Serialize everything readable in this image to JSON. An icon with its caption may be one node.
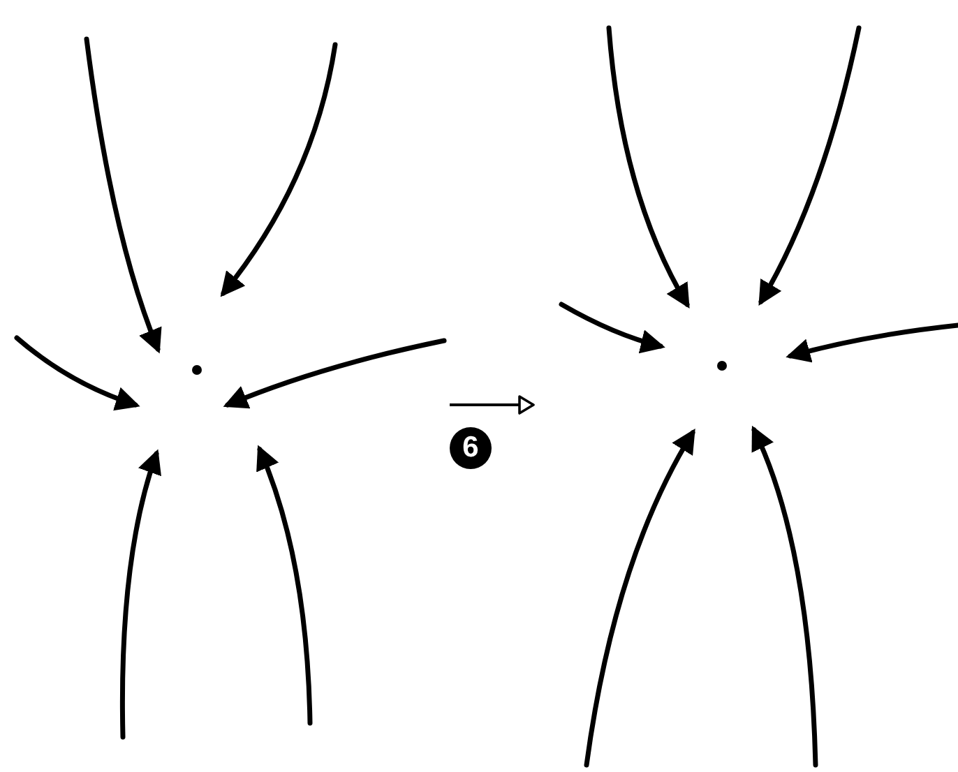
{
  "diagram": {
    "nodes": [
      {
        "text": [],
        "shape": "picture"
      },
      {
        "text": [],
        "shape": "picture"
      }
    ],
    "edges": [
      {
        "from": 0,
        "to": 1,
        "arrow": "to"
      }
    ],
    "labels": [
      "6"
    ]
  }
}
